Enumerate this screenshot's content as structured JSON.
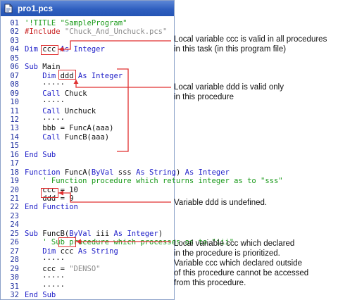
{
  "window": {
    "title": "pro1.pcs",
    "icon": "document-icon"
  },
  "code_lines": [
    {
      "num": "01",
      "parts": [
        {
          "t": "'!TITLE ",
          "c": "cm"
        },
        {
          "t": "\"SampleProgram\"",
          "c": "cm"
        }
      ]
    },
    {
      "num": "02",
      "parts": [
        {
          "t": "#Include ",
          "c": "hl"
        },
        {
          "t": "\"Chuck_And_Unchuck.pcs\"",
          "c": "str"
        }
      ]
    },
    {
      "num": "03",
      "parts": []
    },
    {
      "num": "04",
      "parts": [
        {
          "t": "Dim ",
          "c": "kw"
        },
        {
          "t": "ccc",
          "c": "txt"
        },
        {
          "t": " As Integer",
          "c": "kw"
        }
      ]
    },
    {
      "num": "05",
      "parts": []
    },
    {
      "num": "06",
      "parts": [
        {
          "t": "Sub ",
          "c": "kw"
        },
        {
          "t": "Main",
          "c": "txt"
        }
      ]
    },
    {
      "num": "07",
      "parts": [
        {
          "t": "    Dim ",
          "c": "kw"
        },
        {
          "t": "ddd",
          "c": "txt"
        },
        {
          "t": " As Integer",
          "c": "kw"
        }
      ]
    },
    {
      "num": "08",
      "parts": [
        {
          "t": "    ·····",
          "c": "txt"
        }
      ]
    },
    {
      "num": "09",
      "parts": [
        {
          "t": "    Call ",
          "c": "kw"
        },
        {
          "t": "Chuck",
          "c": "txt"
        }
      ]
    },
    {
      "num": "10",
      "parts": [
        {
          "t": "    ·····",
          "c": "txt"
        }
      ]
    },
    {
      "num": "11",
      "parts": [
        {
          "t": "    Call ",
          "c": "kw"
        },
        {
          "t": "Unchuck",
          "c": "txt"
        }
      ]
    },
    {
      "num": "12",
      "parts": [
        {
          "t": "    ·····",
          "c": "txt"
        }
      ]
    },
    {
      "num": "13",
      "parts": [
        {
          "t": "    bbb = FuncA(aaa)",
          "c": "txt"
        }
      ]
    },
    {
      "num": "14",
      "parts": [
        {
          "t": "    Call ",
          "c": "kw"
        },
        {
          "t": "FuncB(aaa)",
          "c": "txt"
        }
      ]
    },
    {
      "num": "15",
      "parts": []
    },
    {
      "num": "16",
      "parts": [
        {
          "t": "End Sub",
          "c": "kw"
        }
      ]
    },
    {
      "num": "17",
      "parts": []
    },
    {
      "num": "18",
      "parts": [
        {
          "t": "Function ",
          "c": "kw"
        },
        {
          "t": "FuncA(",
          "c": "txt"
        },
        {
          "t": "ByVal ",
          "c": "kw"
        },
        {
          "t": "sss ",
          "c": "txt"
        },
        {
          "t": "As String",
          "c": "kw"
        },
        {
          "t": ") ",
          "c": "txt"
        },
        {
          "t": "As Integer",
          "c": "kw"
        }
      ]
    },
    {
      "num": "19",
      "parts": [
        {
          "t": "    ' Function procedure which returns integer as to \"sss\"",
          "c": "cm"
        }
      ]
    },
    {
      "num": "20",
      "parts": [
        {
          "t": "    ccc = 10",
          "c": "txt"
        }
      ]
    },
    {
      "num": "21",
      "parts": [
        {
          "t": "    ddd",
          "c": "txt"
        },
        {
          "t": " = 9",
          "c": "txt"
        }
      ]
    },
    {
      "num": "22",
      "parts": [
        {
          "t": "End Function",
          "c": "kw"
        }
      ]
    },
    {
      "num": "23",
      "parts": []
    },
    {
      "num": "24",
      "parts": []
    },
    {
      "num": "25",
      "parts": [
        {
          "t": "Sub ",
          "c": "kw"
        },
        {
          "t": "FuncB(",
          "c": "txt"
        },
        {
          "t": "ByVal ",
          "c": "kw"
        },
        {
          "t": "iii ",
          "c": "txt"
        },
        {
          "t": "As Integer",
          "c": "kw"
        },
        {
          "t": ")",
          "c": "txt"
        }
      ]
    },
    {
      "num": "26",
      "parts": [
        {
          "t": "    ' Sub procedure which processes as to \"iii\"",
          "c": "cm"
        }
      ]
    },
    {
      "num": "27",
      "parts": [
        {
          "t": "    Dim ",
          "c": "kw"
        },
        {
          "t": "ccc",
          "c": "txt"
        },
        {
          "t": " As String",
          "c": "kw"
        }
      ]
    },
    {
      "num": "28",
      "parts": [
        {
          "t": "    ·····",
          "c": "txt"
        }
      ]
    },
    {
      "num": "29",
      "parts": [
        {
          "t": "    ccc = ",
          "c": "txt"
        },
        {
          "t": "\"DENSO\"",
          "c": "str"
        }
      ]
    },
    {
      "num": "30",
      "parts": [
        {
          "t": "    ·····",
          "c": "txt"
        }
      ]
    },
    {
      "num": "31",
      "parts": [
        {
          "t": "    ·····",
          "c": "txt"
        }
      ]
    },
    {
      "num": "32",
      "parts": [
        {
          "t": "End Sub",
          "c": "kw"
        }
      ]
    }
  ],
  "notes": {
    "ccc_global": [
      "Local variable ccc is valid in all procedures",
      "in this task (in this program file)"
    ],
    "ddd_local": [
      "Local variable ddd is valid only",
      "in this procedure"
    ],
    "ddd_undefined": [
      "Variable ddd is undefined."
    ],
    "ccc_prioritized": [
      "Local variable ccc which declared",
      "in the procedure is prioritized.",
      "Variable ccc which declared outside",
      "of this procedure cannot be accessed",
      "from this procedure."
    ]
  },
  "colors": {
    "annotation": "#e03030",
    "titlebar": "#2f5fbf",
    "keyword": "#2020c8",
    "comment": "#1a9a1a"
  }
}
